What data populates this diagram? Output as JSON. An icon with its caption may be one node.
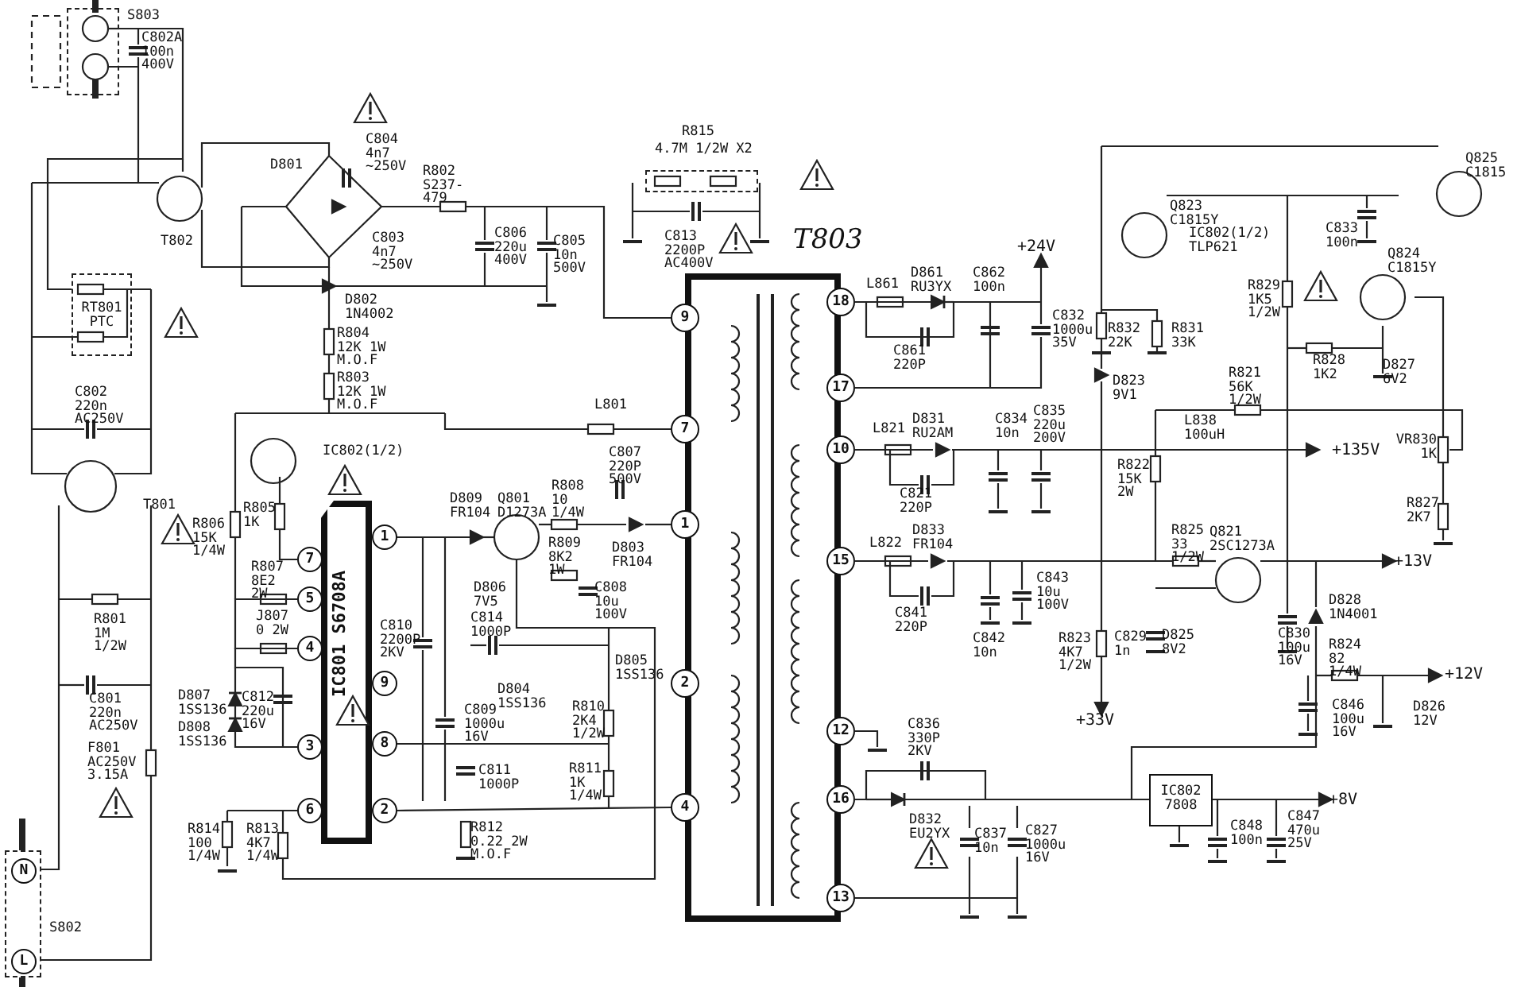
{
  "diagram": {
    "nodes": [
      {
        "text": [
          "S803"
        ]
      },
      {
        "text": [
          "RT801 PTC"
        ]
      },
      {
        "text": [
          "R815",
          "4.7M 1/2W X2"
        ]
      },
      {
        "text": [
          "T803"
        ]
      },
      {
        "text": [
          "9"
        ]
      },
      {
        "text": [
          "7"
        ]
      },
      {
        "text": [
          "1"
        ]
      },
      {
        "text": [
          "2"
        ]
      },
      {
        "text": [
          "4"
        ]
      },
      {
        "text": [
          "18"
        ]
      },
      {
        "text": [
          "17"
        ]
      },
      {
        "text": [
          "10"
        ]
      },
      {
        "text": [
          "15"
        ]
      },
      {
        "text": [
          "12"
        ]
      },
      {
        "text": [
          "16"
        ]
      },
      {
        "text": [
          "13"
        ]
      },
      {
        "text": [
          "IC801 S6708A"
        ]
      },
      {
        "text": [
          "7"
        ]
      },
      {
        "text": [
          "5"
        ]
      },
      {
        "text": [
          "4"
        ]
      },
      {
        "text": [
          "3"
        ]
      },
      {
        "text": [
          "6"
        ]
      },
      {
        "text": [
          "1"
        ]
      },
      {
        "text": [
          "9"
        ]
      },
      {
        "text": [
          "8"
        ]
      },
      {
        "text": [
          "2"
        ]
      },
      {
        "text": [
          "IC802 7808"
        ]
      },
      {
        "text": [
          "S802"
        ]
      },
      {
        "text": [
          "N"
        ],
        "in": 27
      },
      {
        "text": [
          "L"
        ],
        "in": 27
      }
    ],
    "edges": [
      {
        "from": 25,
        "to": 8,
        "arrow": "none"
      },
      {
        "from": 18,
        "to": 19,
        "arrow": "none"
      },
      {
        "from": 14,
        "to": 26,
        "arrow": "none"
      },
      {
        "from": 9,
        "to": 10,
        "arrow": "none"
      },
      {
        "from": 19,
        "to": 20,
        "arrow": "none"
      },
      {
        "from": 0,
        "to": 1,
        "arrow": "none"
      }
    ],
    "labels": [
      "C802A 100n 400V",
      "C804 4n7 ~250V",
      "D801",
      "R802 S237-479",
      "C803 4n7 ~250V",
      "C806 220u 400V",
      "C805 10n 500V",
      "C813 2200P AC400V",
      "T802",
      "D802 1N4002",
      "R804 12K 1W M.O.F",
      "R803 12K 1W M.O.F",
      "+24V",
      "L861",
      "D861 RU3YX",
      "C862 100n",
      "C861 220P",
      "C832 1000u 35V",
      "Q823 C1815Y",
      "IC802(1/2) TLP621",
      "C833 100n",
      "Q825 C1815",
      "Q824 C1815Y",
      "R832 22K",
      "R831 33K",
      "R829 1K5 1/2W",
      "R828 1K2",
      "D827 6V2",
      "D823 9V1",
      "C802 220n AC250V",
      "IC802(1/2)",
      "L801",
      "L821",
      "D831 RU2AM",
      "C834 10n",
      "C835 220u 200V",
      "R821 56K 1/2W",
      "L838 100uH",
      "+135V",
      "VR830 1K",
      "R822 15K 2W",
      "C821 220P",
      "T801",
      "R805 1K",
      "R806 15K 1/4W",
      "D809 FR104",
      "Q801 D1273A",
      "R808 10 1/4W",
      "C807 220P 500V",
      "R827 2K7",
      "R825 33 1/2W",
      "Q821 2SC1273A",
      "+13V",
      "L822",
      "D833 FR104",
      "R809 8K2 1W",
      "D803 FR104",
      "R807 8E2 2W",
      "D806 7V5",
      "C808 10u 100V",
      "C843 10u 100V",
      "R801 1M 1/2W",
      "J807 0 2W",
      "C814 1000P",
      "C841 220P",
      "C810 2200P 2KV",
      "R823 4K7 1/2W",
      "C829 1n",
      "D825 8V2",
      "C830 100u 16V",
      "D828 1N4001",
      "C842 10n",
      "R824 82 1/4W",
      "D805 1SS136",
      "+12V",
      "C801 220n AC250V",
      "D807 1SS136",
      "C812 220u 16V",
      "D804 1SS136",
      "C809 1000u 16V",
      "R810 2K4 1/2W",
      "C846 100u 16V",
      "D826 12V",
      "+33V",
      "D808 1SS136",
      "C836 330P 2KV",
      "F801 AC250V 3.15A",
      "C811 1000P",
      "R811 1K 1/4W",
      "+8V",
      "R814 100 1/4W",
      "R813 4K7 1/4W",
      "R812 0.22 2W M.O.F",
      "D832 EU2YX",
      "C837 10n",
      "C827 1000u 16V",
      "C848 100n",
      "C847 470u 25V"
    ]
  }
}
